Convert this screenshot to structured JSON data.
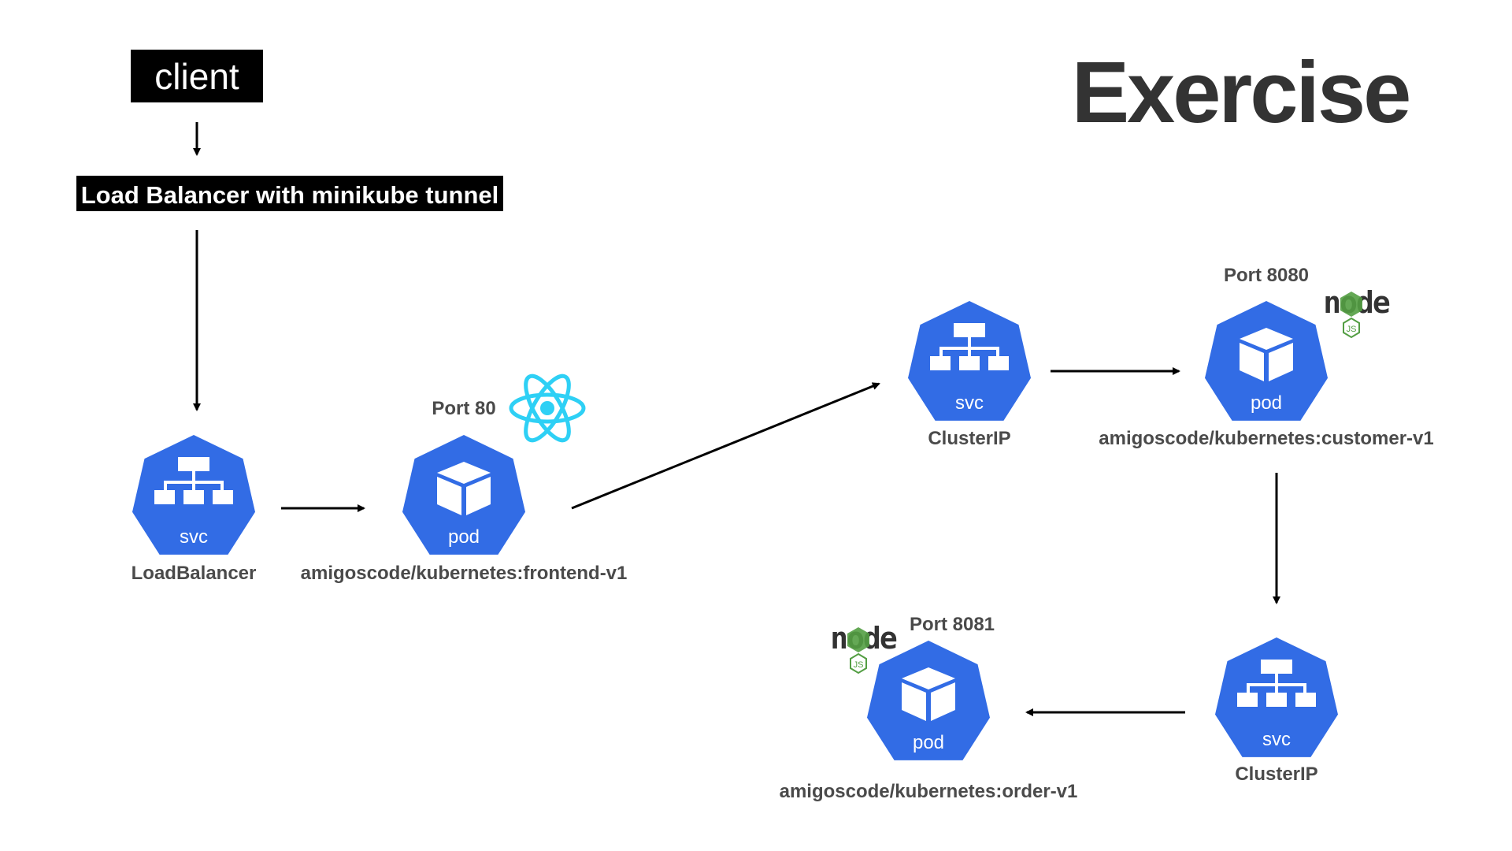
{
  "title": "Exercise",
  "client_label": "client",
  "load_balancer_label": "Load Balancer with minikube tunnel",
  "colors": {
    "k8s_blue": "#326CE5",
    "label_gray": "#4a4a4a",
    "react_cyan": "#2ED0F5",
    "node_green": "#539E43",
    "node_dark": "#333333",
    "arrow": "#000000"
  },
  "nodes": {
    "lb_svc": {
      "icon_text": "svc",
      "caption": "LoadBalancer"
    },
    "frontend_pod": {
      "icon_text": "pod",
      "caption": "amigoscode/kubernetes:frontend-v1",
      "port": "Port 80",
      "tech_icon": "react-icon"
    },
    "customer_svc": {
      "icon_text": "svc",
      "caption": "ClusterIP"
    },
    "customer_pod": {
      "icon_text": "pod",
      "caption": "amigoscode/kubernetes:customer-v1",
      "port": "Port 8080",
      "tech_icon": "nodejs-icon"
    },
    "order_svc": {
      "icon_text": "svc",
      "caption": "ClusterIP"
    },
    "order_pod": {
      "icon_text": "pod",
      "caption": "amigoscode/kubernetes:order-v1",
      "port": "Port 8081",
      "tech_icon": "nodejs-icon"
    }
  },
  "nodejs_logo": {
    "word": "node",
    "badge": "JS"
  }
}
